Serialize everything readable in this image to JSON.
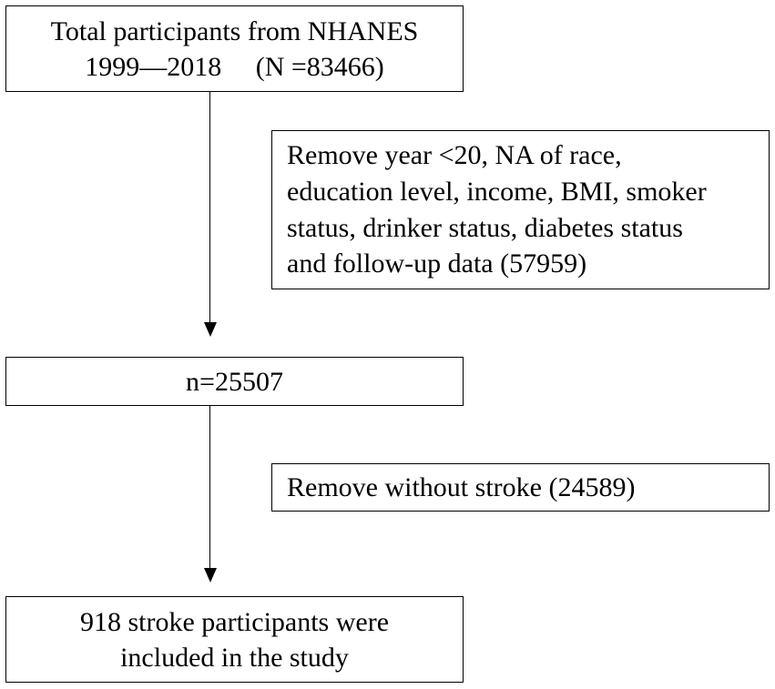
{
  "flowchart": {
    "top_box": {
      "line1": "Total participants from NHANES",
      "line2": "1999—2018     (N =83466)"
    },
    "exclusion_1": {
      "lines": [
        "Remove year <20, NA of race,",
        "education level, income, BMI, smoker",
        "status, drinker status, diabetes status",
        "and follow-up data (57959)"
      ]
    },
    "middle_box": {
      "text": "n=25507"
    },
    "exclusion_2": {
      "text": "Remove without stroke (24589)"
    },
    "bottom_box": {
      "line1": "918 stroke participants were",
      "line2": "included in the study"
    }
  }
}
